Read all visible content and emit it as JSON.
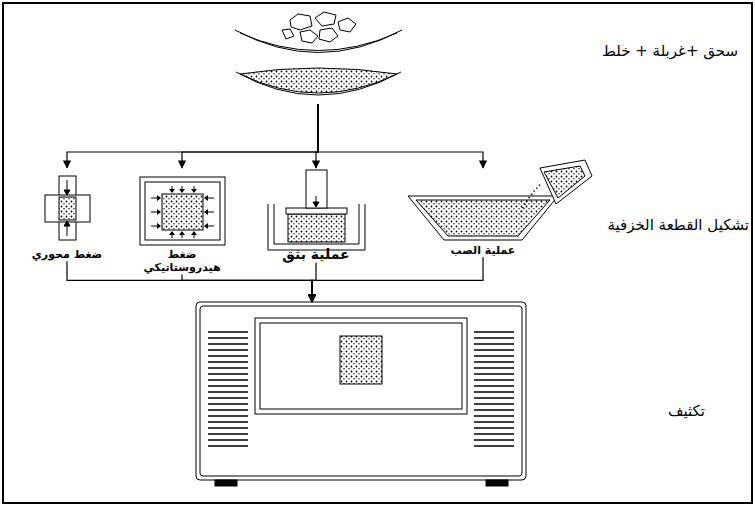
{
  "diagram": {
    "nodes": [
      {
        "text": [
          "سحق +غربلة + خلط"
        ]
      },
      {
        "text": [
          "ضغط محوري"
        ]
      },
      {
        "text": [
          "ضغط هيدروستاتيكي"
        ]
      },
      {
        "text": [
          "عملية بثق"
        ]
      },
      {
        "text": [
          "عملية الصب"
        ]
      },
      {
        "text": [
          "تكثيف"
        ]
      }
    ],
    "edges": [
      {
        "from": 0,
        "to": 1,
        "arrow": "to"
      },
      {
        "from": 0,
        "to": 2,
        "arrow": "to"
      },
      {
        "from": 0,
        "to": 3,
        "arrow": "to"
      },
      {
        "from": 0,
        "to": 4,
        "arrow": "to"
      },
      {
        "from": 1,
        "to": 5,
        "arrow": "to"
      },
      {
        "from": 2,
        "to": 5,
        "arrow": "to"
      },
      {
        "from": 3,
        "to": 5,
        "arrow": "to"
      },
      {
        "from": 4,
        "to": 5,
        "arrow": "to"
      }
    ],
    "labels": [
      "تشكيل القطعة الخزفية"
    ]
  }
}
